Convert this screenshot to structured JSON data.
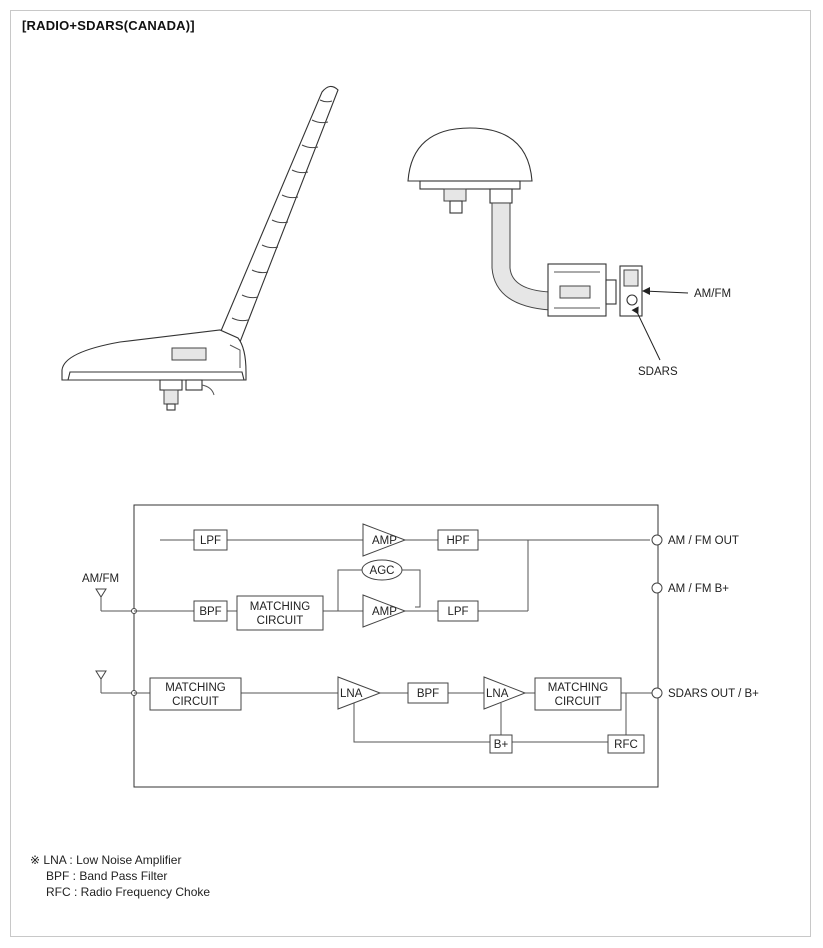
{
  "title": "[RADIO+SDARS(CANADA)]",
  "callouts": {
    "amfm": "AM/FM",
    "sdars": "SDARS"
  },
  "diagram": {
    "input_amfm": "AM/FM",
    "blocks": {
      "lpf_top": "LPF",
      "amp_top": "AMP",
      "hpf": "HPF",
      "agc": "AGC",
      "bpf_amfm": "BPF",
      "matching_amfm_l1": "MATCHING",
      "matching_amfm_l2": "CIRCUIT",
      "amp_bottom": "AMP",
      "lpf_bottom": "LPF",
      "matching_sdars_in_l1": "MATCHING",
      "matching_sdars_in_l2": "CIRCUIT",
      "lna_1": "LNA",
      "bpf_sdars": "BPF",
      "lna_2": "LNA",
      "matching_sdars_out_l1": "MATCHING",
      "matching_sdars_out_l2": "CIRCUIT",
      "bplus": "B+",
      "rfc": "RFC"
    },
    "outputs": {
      "amfm_out": "AM / FM OUT",
      "amfm_bplus": "AM / FM B+",
      "sdars_out": "SDARS OUT / B+"
    }
  },
  "legend": {
    "marker": "※",
    "lines": [
      "LNA : Low Noise Amplifier",
      "BPF : Band Pass Filter",
      "RFC : Radio Frequency Choke"
    ]
  }
}
